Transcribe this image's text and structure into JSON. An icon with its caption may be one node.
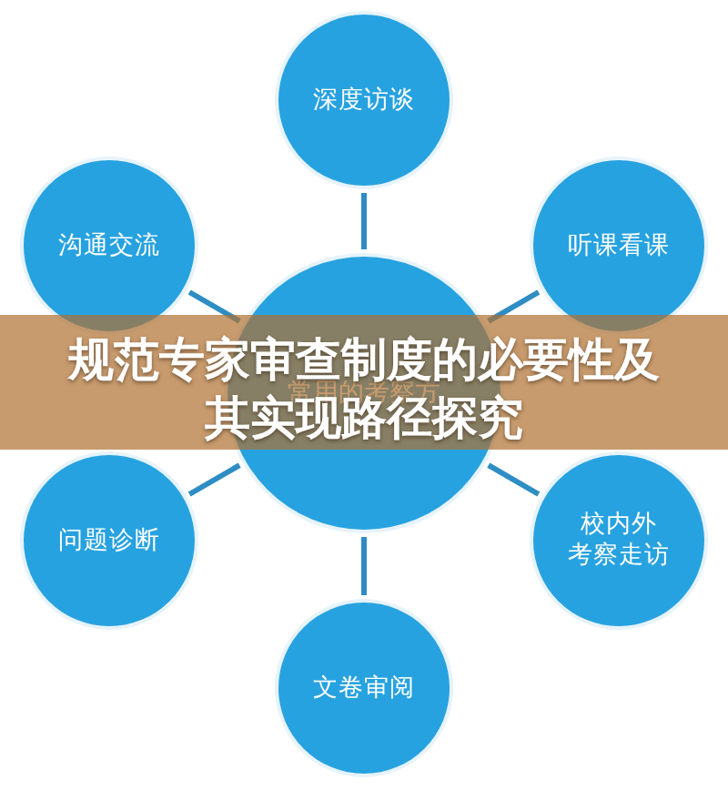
{
  "diagram": {
    "title": "规范专家审查制度的必要性及其实现路径探究",
    "nodes": [
      {
        "text": [
          "深度访谈"
        ]
      },
      {
        "text": [
          "沟通交流"
        ]
      },
      {
        "text": [
          "听课看课"
        ]
      },
      {
        "text": [
          "常用的考察方"
        ]
      },
      {
        "text": [
          "问题诊断"
        ]
      },
      {
        "text": [
          "校内外考察走访"
        ]
      },
      {
        "text": [
          "文卷审阅"
        ]
      }
    ],
    "edges": [
      {
        "from": 3,
        "to": 0,
        "arrow": "none"
      },
      {
        "from": 3,
        "to": 1,
        "arrow": "none"
      },
      {
        "from": 3,
        "to": 2,
        "arrow": "none"
      },
      {
        "from": 3,
        "to": 4,
        "arrow": "none"
      },
      {
        "from": 3,
        "to": 5,
        "arrow": "none"
      },
      {
        "from": 3,
        "to": 6,
        "arrow": "none"
      }
    ]
  }
}
